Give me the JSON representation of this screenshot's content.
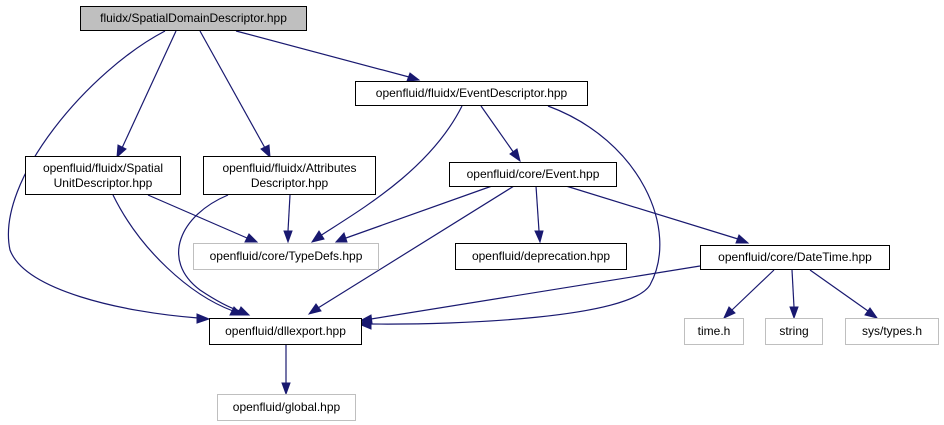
{
  "colors": {
    "edge": "#191970",
    "root_fill": "#bfbfbf",
    "node_border": "#000000",
    "external_border": "#bfbfbf"
  },
  "nodes": {
    "spatial_domain": {
      "label": "fluidx/SpatialDomainDescriptor.hpp"
    },
    "event_descriptor": {
      "label": "openfluid/fluidx/EventDescriptor.hpp"
    },
    "spatial_unit": {
      "label": "openfluid/fluidx/Spatial\nUnitDescriptor.hpp"
    },
    "attributes": {
      "label": "openfluid/fluidx/Attributes\nDescriptor.hpp"
    },
    "event": {
      "label": "openfluid/core/Event.hpp"
    },
    "typedefs": {
      "label": "openfluid/core/TypeDefs.hpp"
    },
    "deprecation": {
      "label": "openfluid/deprecation.hpp"
    },
    "datetime": {
      "label": "openfluid/core/DateTime.hpp"
    },
    "dllexport": {
      "label": "openfluid/dllexport.hpp"
    },
    "time_h": {
      "label": "time.h"
    },
    "string": {
      "label": "string"
    },
    "sys_types": {
      "label": "sys/types.h"
    },
    "global": {
      "label": "openfluid/global.hpp"
    }
  }
}
